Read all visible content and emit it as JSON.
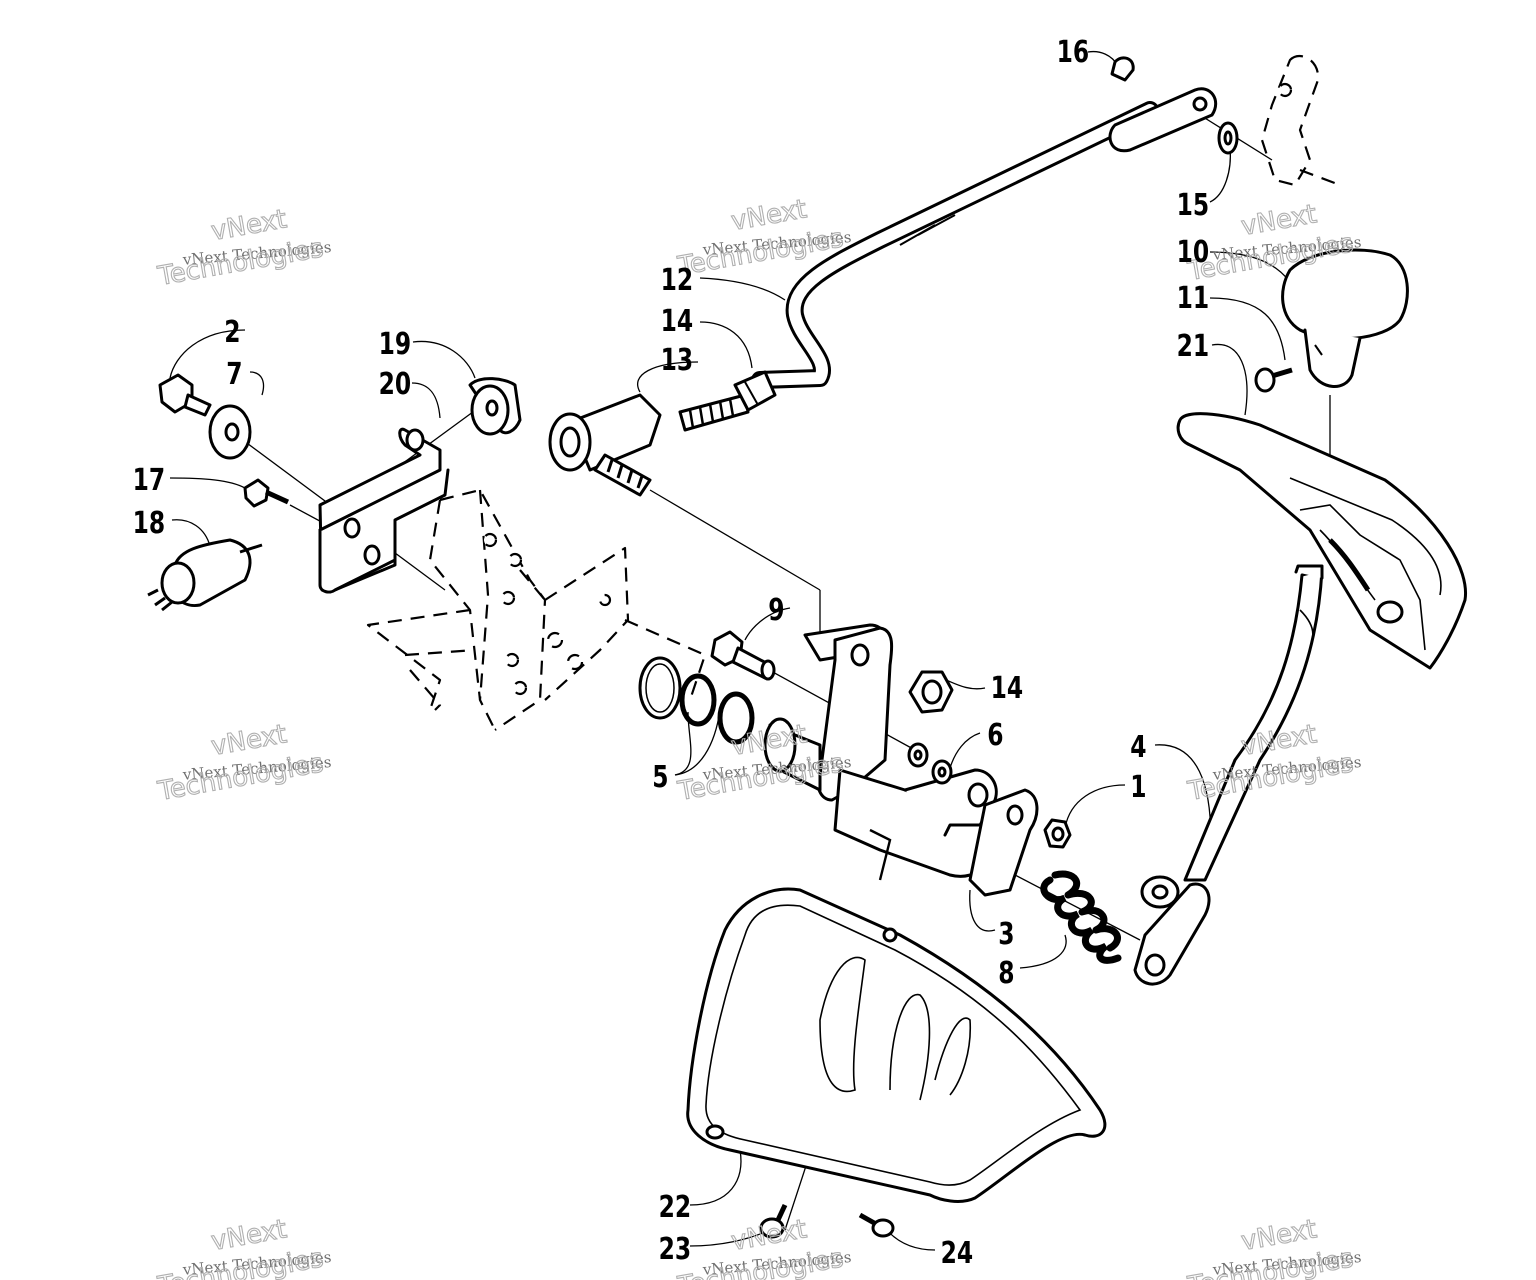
{
  "callouts": [
    {
      "id": "1",
      "text": "1"
    },
    {
      "id": "2",
      "text": "2"
    },
    {
      "id": "3",
      "text": "3"
    },
    {
      "id": "4",
      "text": "4"
    },
    {
      "id": "5",
      "text": "5"
    },
    {
      "id": "6",
      "text": "6"
    },
    {
      "id": "7",
      "text": "7"
    },
    {
      "id": "8",
      "text": "8"
    },
    {
      "id": "9",
      "text": "9"
    },
    {
      "id": "10",
      "text": "10"
    },
    {
      "id": "11",
      "text": "11"
    },
    {
      "id": "12",
      "text": "12"
    },
    {
      "id": "13",
      "text": "13"
    },
    {
      "id": "14a",
      "text": "14"
    },
    {
      "id": "14b",
      "text": "14"
    },
    {
      "id": "15",
      "text": "15"
    },
    {
      "id": "16",
      "text": "16"
    },
    {
      "id": "17",
      "text": "17"
    },
    {
      "id": "18",
      "text": "18"
    },
    {
      "id": "19",
      "text": "19"
    },
    {
      "id": "20",
      "text": "20"
    },
    {
      "id": "21",
      "text": "21"
    },
    {
      "id": "22",
      "text": "22"
    },
    {
      "id": "23",
      "text": "23"
    },
    {
      "id": "24",
      "text": "24"
    }
  ],
  "watermark": {
    "brand": "vNext",
    "company": "vNext Technologies",
    "word": "Technologies"
  }
}
